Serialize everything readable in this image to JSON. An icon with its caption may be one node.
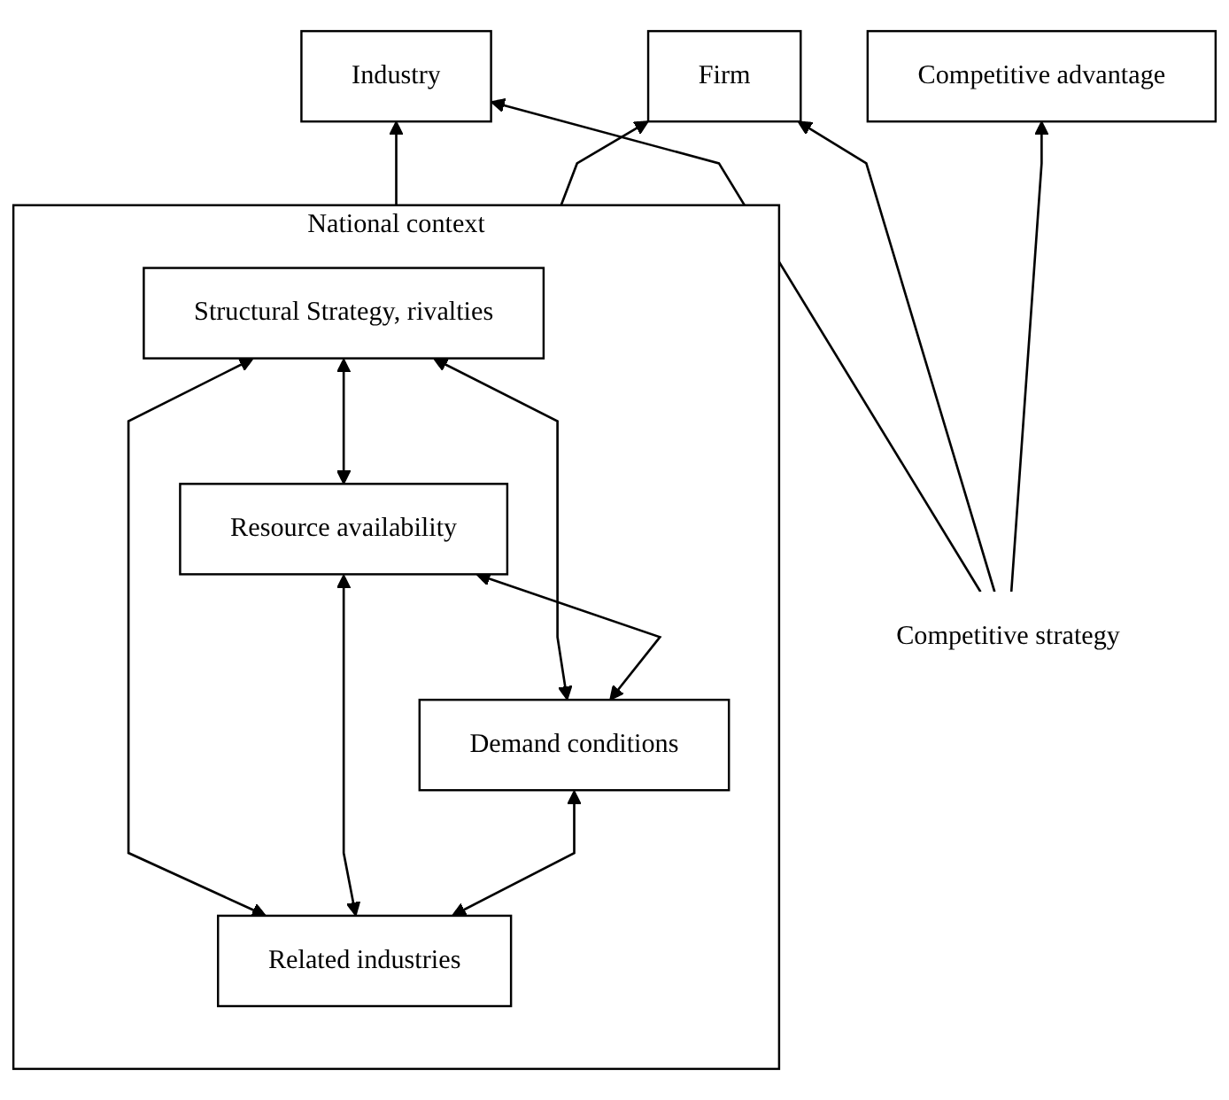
{
  "diagram": {
    "nodes": [
      {
        "text": [
          "Competitive advantage"
        ]
      },
      {
        "text": [
          "Firm"
        ]
      },
      {
        "text": [
          "Competitive strategy"
        ]
      },
      {
        "text": [
          "Industry"
        ]
      },
      {
        "text": [
          "National context"
        ]
      },
      {
        "text": [
          "Structural Strategy, rivalties"
        ],
        "in": 4
      },
      {
        "text": [
          "Resource availability"
        ],
        "in": 4
      },
      {
        "text": [
          "Demand conditions"
        ],
        "in": 4
      },
      {
        "text": [
          "Related industries"
        ],
        "in": 4
      }
    ],
    "edges": [
      {
        "from": 2,
        "to": 0,
        "arrow": "to"
      },
      {
        "from": 2,
        "to": 1,
        "arrow": "to"
      },
      {
        "from": 2,
        "to": 3,
        "arrow": "to"
      },
      {
        "from": 4,
        "to": 1,
        "arrow": "to"
      },
      {
        "from": 4,
        "to": 3,
        "arrow": "to"
      },
      {
        "from": 5,
        "to": 6,
        "arrow": "both"
      },
      {
        "from": 5,
        "to": 7,
        "arrow": "both"
      },
      {
        "from": 5,
        "to": 8,
        "arrow": "both"
      },
      {
        "from": 6,
        "to": 7,
        "arrow": "both"
      },
      {
        "from": 6,
        "to": 8,
        "arrow": "both"
      },
      {
        "from": 7,
        "to": 8,
        "arrow": "both"
      }
    ]
  }
}
